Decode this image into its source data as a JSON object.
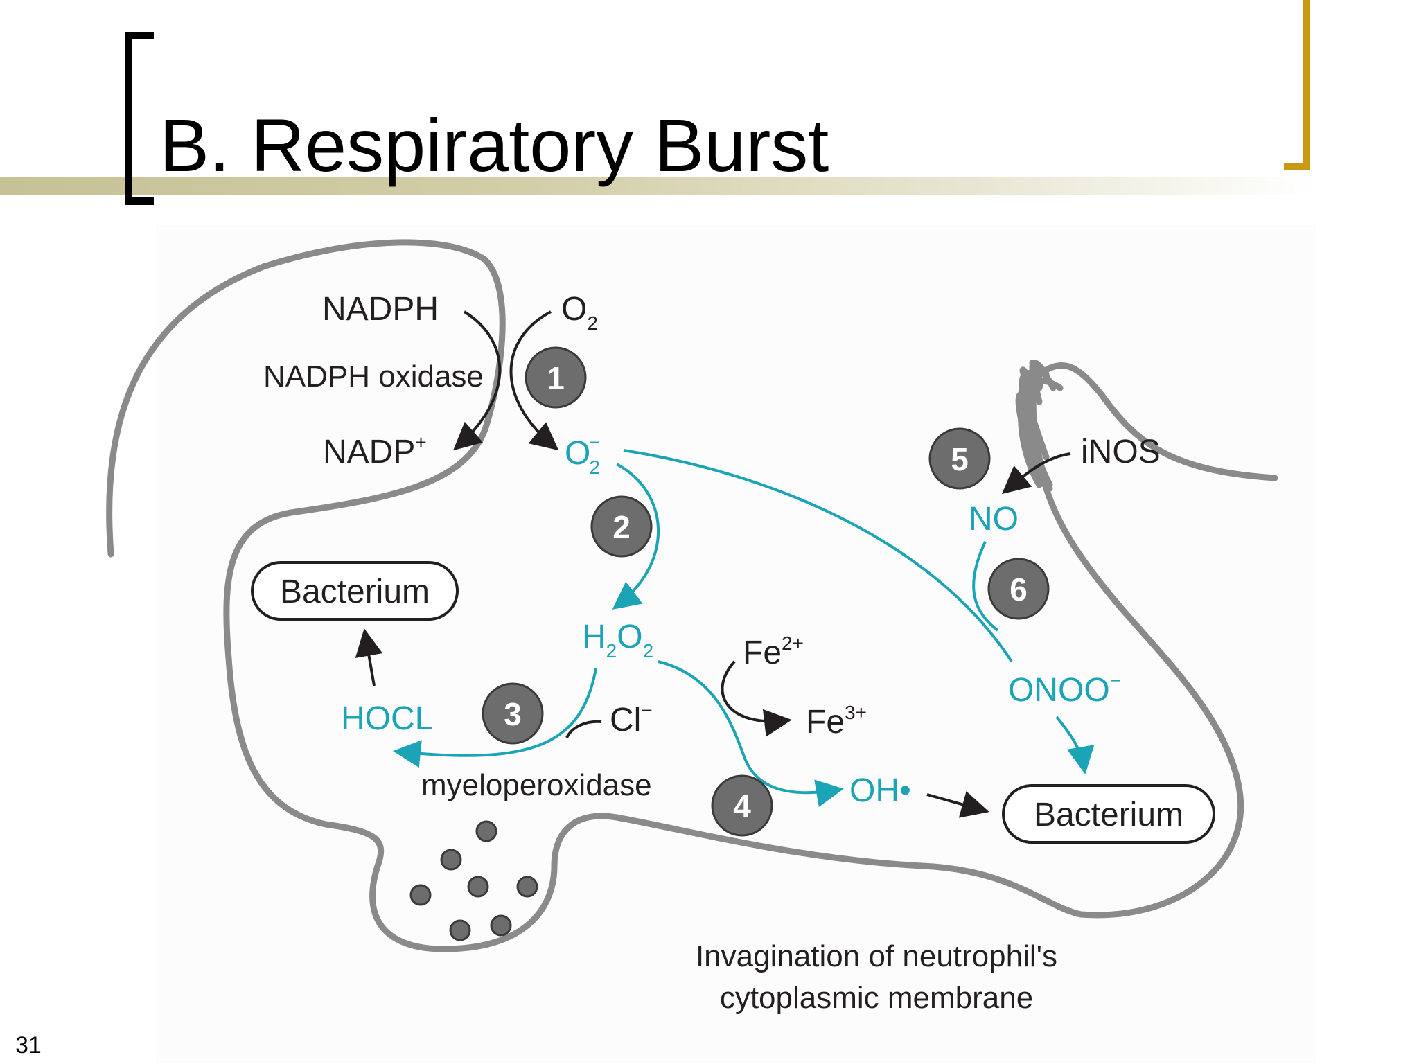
{
  "slide": {
    "title": "B. Respiratory Burst",
    "page_number": "31"
  },
  "diagram": {
    "labels": {
      "nadph": "NADPH",
      "o2": "O",
      "o2_sub": "2",
      "nadph_oxidase": "NADPH oxidase",
      "nadp": "NADP",
      "nadp_sup": "+",
      "superoxide": "O",
      "superoxide_sub": "2",
      "superoxide_sup": "−",
      "h2o2_h": "H",
      "h2o2_sub1": "2",
      "h2o2_o": "O",
      "h2o2_sub2": "2",
      "bacterium_left": "Bacterium",
      "hocl": "HOCL",
      "cl": "Cl",
      "cl_sup": "−",
      "myeloperoxidase": "myeloperoxidase",
      "fe2": "Fe",
      "fe2_sup": "2+",
      "fe3": "Fe",
      "fe3_sup": "3+",
      "oh": "OH•",
      "bacterium_right": "Bacterium",
      "inos": "iNOS",
      "no": "NO",
      "onoo": "ONOO",
      "onoo_sup": "−",
      "caption_line1": "Invagination of neutrophil's",
      "caption_line2": "cytoplasmic membrane"
    },
    "steps": [
      "1",
      "2",
      "3",
      "4",
      "5",
      "6"
    ],
    "colors": {
      "reaction_teal": "#1ba3b6",
      "text_black": "#231f20",
      "membrane_gray": "#8a8a8a",
      "step_circle": "#6d6d6d",
      "bracket_gold": "#c99a11"
    }
  }
}
